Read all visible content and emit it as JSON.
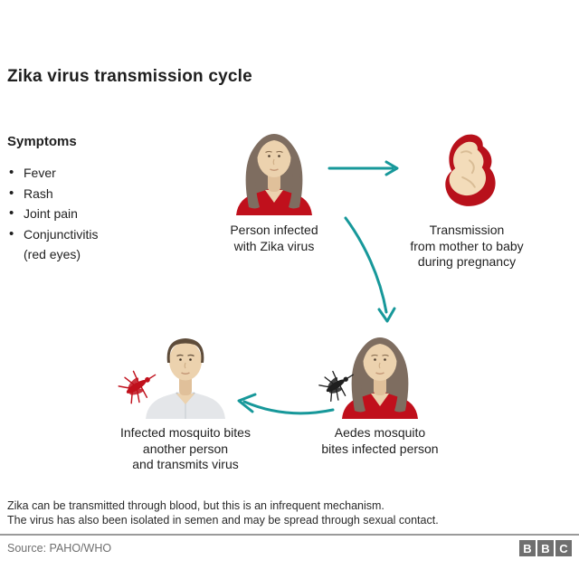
{
  "title": "Zika virus transmission cycle",
  "symptoms": {
    "heading": "Symptoms",
    "items": [
      "Fever",
      "Rash",
      "Joint pain",
      "Conjunctivitis\n(red eyes)"
    ]
  },
  "nodes": {
    "infected_person": {
      "label": "Person infected\nwith Zika virus",
      "illustration": "woman-in-red-top"
    },
    "mother_to_baby": {
      "label": "Transmission\nfrom mother to baby\nduring pregnancy",
      "illustration": "fetus-in-womb"
    },
    "aedes_bites": {
      "label": "Aedes mosquito\nbites infected person",
      "illustration": "woman-in-red-top-with-black-mosquito"
    },
    "mosquito_transmits": {
      "label": "Infected mosquito bites\nanother person\nand transmits virus",
      "illustration": "man-in-gray-shirt-with-red-mosquito"
    }
  },
  "arrows": [
    {
      "name": "person-to-baby",
      "direction": "right"
    },
    {
      "name": "person-to-aedes",
      "direction": "down-curved"
    },
    {
      "name": "aedes-to-other-person",
      "direction": "left-curved"
    }
  ],
  "footnote": {
    "lines": [
      "Zika can be transmitted through blood, but this is an infrequent mechanism.",
      "The virus has also been isolated in semen and may be spread through sexual contact."
    ]
  },
  "source": "Source: PAHO/WHO",
  "logo": {
    "name": "BBC",
    "letters": [
      "B",
      "B",
      "C"
    ]
  },
  "colors": {
    "accent_teal": "#17989a",
    "brand_red": "#c0101c",
    "womb_red": "#b8111b",
    "skin": "#ecd2ae",
    "hair_woman": "#7e6d60",
    "hair_man": "#5e4c3a",
    "shirt_gray": "#e4e6e9",
    "mosquito_black": "#1f1f1f",
    "fetus_tan": "#f3dcba",
    "text_dark": "#1f1f1f",
    "muted_gray": "#6f6f6f"
  }
}
